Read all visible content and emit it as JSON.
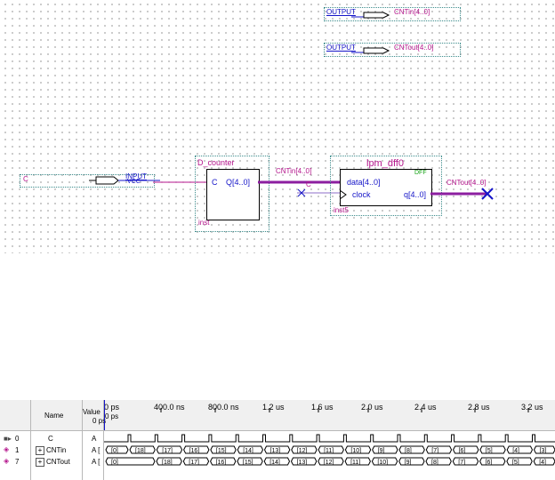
{
  "schematic": {
    "outputs": [
      {
        "type": "OUTPUT",
        "name": "CNTin[4..0]"
      },
      {
        "type": "OUTPUT",
        "name": "CNTout[4..0]"
      }
    ],
    "input": {
      "type": "INPUT",
      "vcc": "VCC",
      "name": "C"
    },
    "d_counter": {
      "title": "D_counter",
      "port_c": "C",
      "port_q": "Q[4..0]",
      "inst": "inst"
    },
    "lpm_dff": {
      "title": "lpm_dff0",
      "tag": "DFF",
      "port_data": "data[4..0]",
      "port_clock": "clock",
      "port_q": "q[4..0]",
      "inst": "inst5"
    },
    "signals": {
      "cntin": "CNTin[4..0]",
      "c": "C",
      "cntout": "CNTout[4..0]"
    },
    "colors": {
      "wire": "#b4148c",
      "pin": "#3c8c8c",
      "port": "#1414c8",
      "bus": "#8c1ea0"
    }
  },
  "waveform": {
    "header": {
      "name": "Name",
      "value": "Value",
      "value_sub": "0 ps",
      "start_marker": "0 ps"
    },
    "time_labels": [
      "0 ps",
      "400.0 ns",
      "800.0 ns",
      "1.2 us",
      "1.6 us",
      "2.0 us",
      "2.4 us",
      "2.8 us",
      "3.2 us"
    ],
    "rows": [
      {
        "index": "0",
        "name": "C",
        "value": "A",
        "expand": ""
      },
      {
        "index": "1",
        "name": "CNTin",
        "value": "A [",
        "expand": "+"
      },
      {
        "index": "7",
        "name": "CNTout",
        "value": "A [",
        "expand": "+"
      }
    ],
    "cntin_values": [
      "[0]",
      "[18]",
      "[17]",
      "[16]",
      "[15]",
      "[14]",
      "[13]",
      "[12]",
      "[11]",
      "[10]",
      "[9]",
      "[8]",
      "[7]",
      "[6]",
      "[5]",
      "[4]",
      "[3]"
    ],
    "cntout_values": [
      "[0]",
      "[18]",
      "[17]",
      "[16]",
      "[15]",
      "[14]",
      "[13]",
      "[12]",
      "[11]",
      "[10]",
      "[9]",
      "[8]",
      "[7]",
      "[6]",
      "[5]",
      "[4]"
    ]
  }
}
